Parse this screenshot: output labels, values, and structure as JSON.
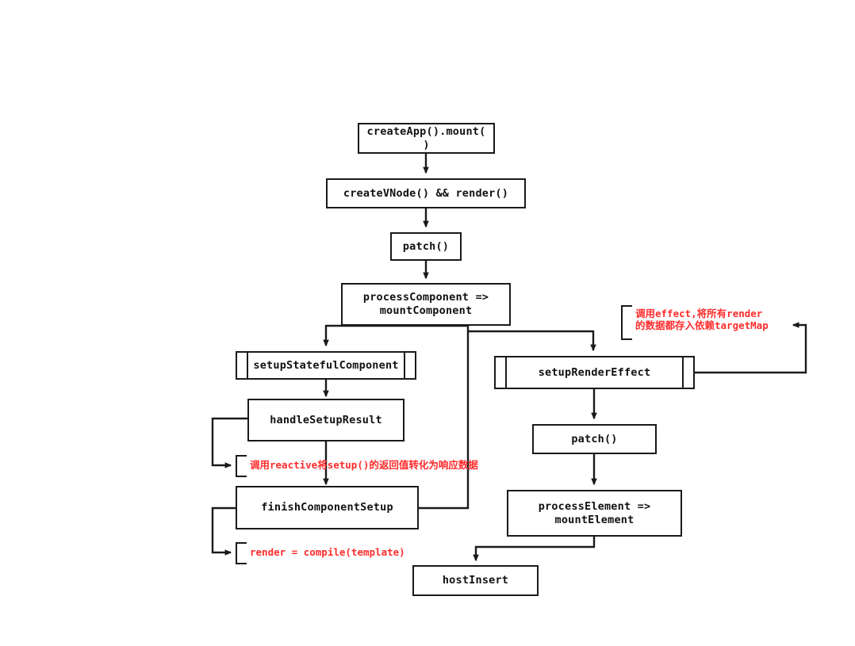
{
  "diagram": {
    "title": "Vue 3 mount / render flow",
    "colors": {
      "stroke": "#1a1a1a",
      "note": "#ff2b2b",
      "background": "#ffffff"
    },
    "nodes": [
      {
        "id": "createApp",
        "label": "createApp().mount(\n)",
        "shape": "process"
      },
      {
        "id": "createVNode",
        "label": "createVNode() && render()",
        "shape": "process"
      },
      {
        "id": "patch1",
        "label": "patch()",
        "shape": "process"
      },
      {
        "id": "processComponent",
        "label": "processComponent =>\nmountComponent",
        "shape": "process"
      },
      {
        "id": "setupStateful",
        "label": "setupStatefulComponent",
        "shape": "subroutine"
      },
      {
        "id": "handleSetup",
        "label": "handleSetupResult",
        "shape": "process"
      },
      {
        "id": "finishSetup",
        "label": "finishComponentSetup",
        "shape": "process"
      },
      {
        "id": "setupRenderEffect",
        "label": "setupRenderEffect",
        "shape": "subroutine"
      },
      {
        "id": "patch2",
        "label": "patch()",
        "shape": "process"
      },
      {
        "id": "processElement",
        "label": "processElement =>\nmountElement",
        "shape": "process"
      },
      {
        "id": "hostInsert",
        "label": "hostInsert",
        "shape": "process"
      }
    ],
    "notes": [
      {
        "id": "note-effect",
        "text": "调用effect,将所有render\n的数据都存入依赖targetMap"
      },
      {
        "id": "note-reactive",
        "text": "调用reactive将setup()的返回值转化为响应数据"
      },
      {
        "id": "note-render",
        "text": "render = compile(template)"
      }
    ]
  }
}
